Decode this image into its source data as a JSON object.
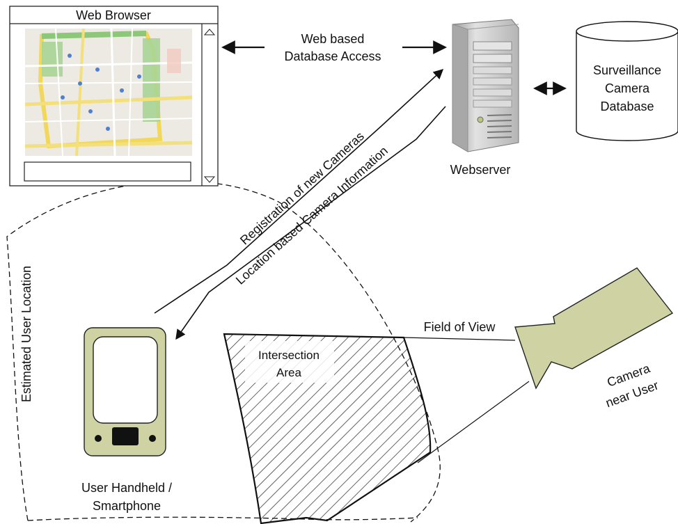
{
  "browser": {
    "title": "Web Browser"
  },
  "arrows": {
    "db_access_line1": "Web based",
    "db_access_line2": "Database Access",
    "registration": "Registration of new Cameras",
    "location_info": "Location based Camera Information"
  },
  "webserver": {
    "label": "Webserver"
  },
  "database": {
    "line1": "Surveillance",
    "line2": "Camera",
    "line3": "Database"
  },
  "location": {
    "label": "Estimated User Location"
  },
  "handheld": {
    "line1": "User Handheld /",
    "line2": "Smartphone"
  },
  "intersection": {
    "line1": "Intersection",
    "line2": "Area"
  },
  "field_of_view": {
    "label": "Field of View"
  },
  "camera": {
    "line1": "Camera",
    "line2": "near User"
  },
  "colors": {
    "device_fill": "#cfd3a3",
    "camera_fill": "#cfd3a3",
    "outline": "#111111",
    "map_green": "#9fcf8a",
    "map_yellow": "#f5e37a",
    "server_gray": "#cfcfcf"
  },
  "icons": {
    "map": "map-thumbnail-icon",
    "server": "server-tower-icon",
    "database": "database-cylinder-icon",
    "phone": "smartphone-icon",
    "camera": "video-camera-icon"
  }
}
